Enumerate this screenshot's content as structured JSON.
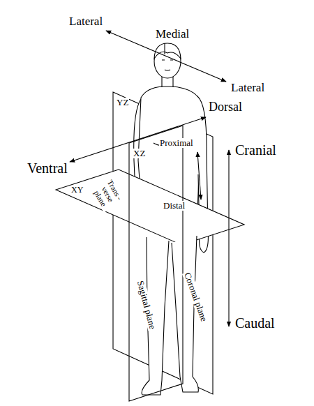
{
  "diagram": {
    "labels": [
      "Lateral",
      "Medial",
      "Lateral",
      "Dorsal",
      "Ventral",
      "Cranial",
      "Proximal",
      "Distal",
      "Caudal",
      "YZ",
      "XZ",
      "XY",
      "Trans - verse plane",
      "Sagittal plane",
      "Coronal plane"
    ]
  }
}
